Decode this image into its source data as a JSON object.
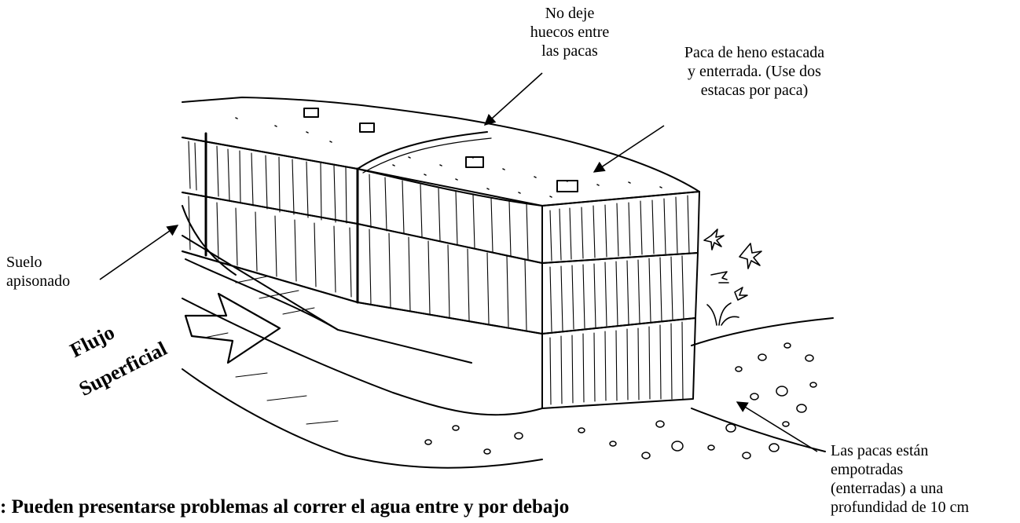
{
  "labels": {
    "gaps": [
      "No deje",
      "huecos entre",
      "las pacas"
    ],
    "staked": [
      "Paca de heno estacada",
      "y enterrada. (Use dos",
      "estacas por paca)"
    ],
    "soil": [
      "Suelo",
      "apisonado"
    ],
    "embedded": [
      "Las pacas están",
      "empotradas",
      "(enterradas) a una",
      "profundidad de 10 cm"
    ],
    "flow_1": "Flujo",
    "flow_2": "Superficial"
  },
  "caption": ":  Pueden presentarse problemas al correr el agua entre y por debajo",
  "icons": [
    "hay-bale-barrier-illustration",
    "flow-arrow-icon",
    "leader-arrow-icon",
    "stake-icon",
    "plant-icon",
    "gravel-texture"
  ]
}
